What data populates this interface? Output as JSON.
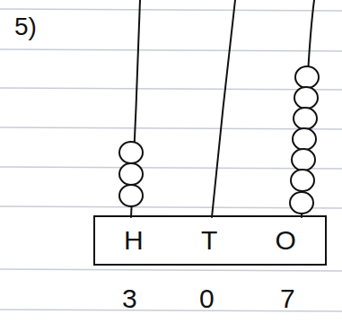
{
  "diagram": {
    "nodes": [
      {
        "text": [
          "H",
          "T",
          "O"
        ]
      }
    ],
    "labels": [
      "5)",
      "3",
      "0",
      "7"
    ]
  }
}
